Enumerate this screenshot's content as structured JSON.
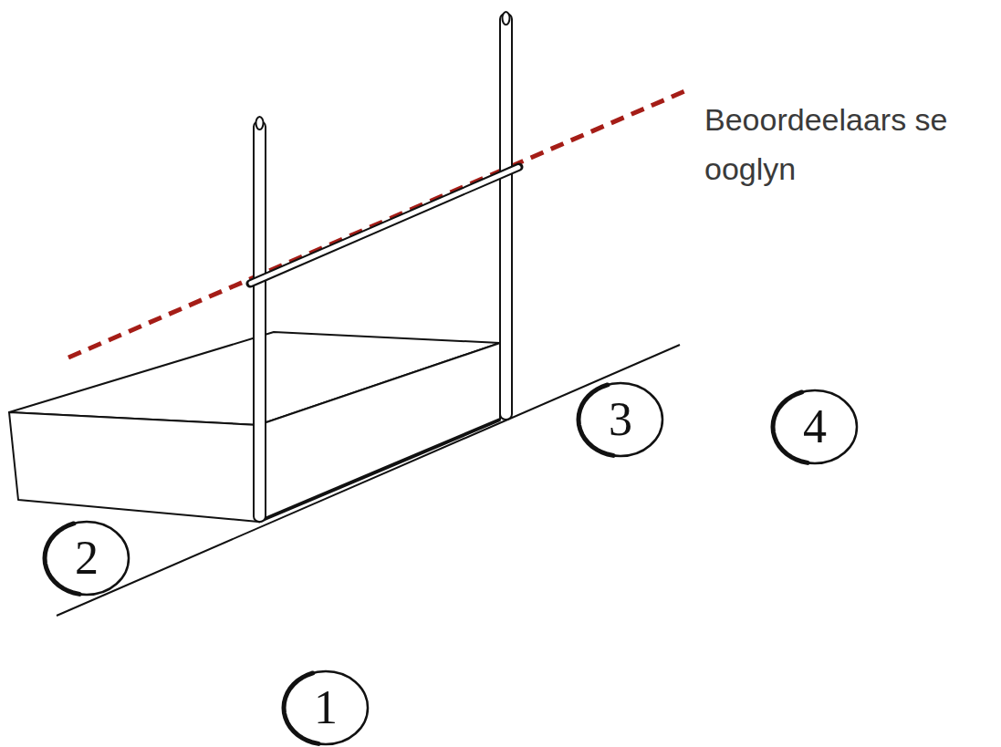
{
  "diagram": {
    "nodes": [
      {
        "text": [
          "3"
        ]
      },
      {
        "text": [
          "4"
        ]
      },
      {
        "text": [
          "2"
        ]
      },
      {
        "text": [
          "1"
        ]
      }
    ],
    "labels": [
      "Beoordeelaars se ooglyn"
    ]
  }
}
